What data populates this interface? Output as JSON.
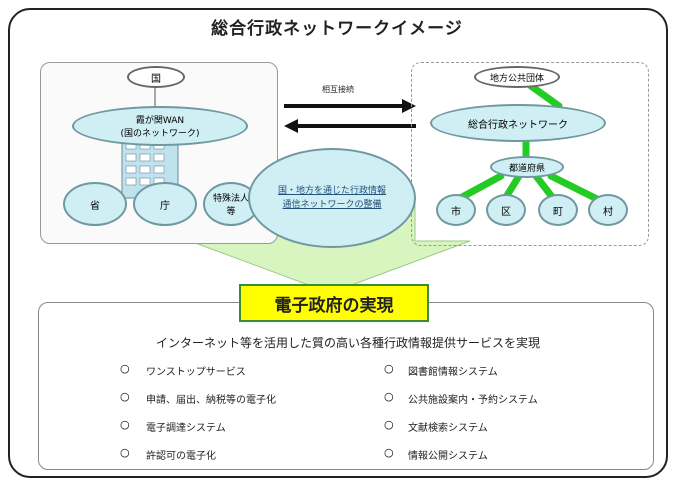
{
  "title": "総合行政ネットワークイメージ",
  "left": {
    "top_node": "国",
    "wan_label_1": "霞が関WAN",
    "wan_label_2": "(国のネットワーク)",
    "nodes": [
      "省",
      "庁",
      "特殊法人等"
    ]
  },
  "arrow_label": "相互接続",
  "right": {
    "top_node": "地方公共団体",
    "network": "総合行政ネットワーク",
    "prefecture": "都道府県",
    "nodes": [
      "市",
      "区",
      "町",
      "村"
    ]
  },
  "center_callout": "国・地方を通じた行政情報通信ネットワークの整備",
  "banner": "電子政府の実現",
  "subtitle": "インターネット等を活用した質の高い各種行政情報提供サービスを実現",
  "services_left": [
    "ワンストップサービス",
    "申請、届出、納税等の電子化",
    "電子調達システム",
    "許認可の電子化"
  ],
  "services_right": [
    "図書館情報システム",
    "公共施設案内・予約システム",
    "文献検索システム",
    "情報公開システム"
  ],
  "colors": {
    "banner_fill": "#ffff00",
    "banner_border": "#3a8c3a",
    "node_fill": "#cfeff4",
    "big_arrow": "#d8f5c0",
    "link_green": "#22cc22"
  }
}
